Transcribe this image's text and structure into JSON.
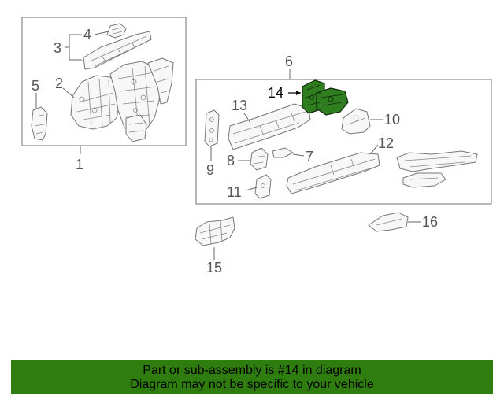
{
  "diagram": {
    "callouts": {
      "c1": "1",
      "c2": "2",
      "c3": "3",
      "c4": "4",
      "c5": "5",
      "c6": "6",
      "c7": "7",
      "c8": "8",
      "c9": "9",
      "c10": "10",
      "c11": "11",
      "c12": "12",
      "c13": "13",
      "c14": "14",
      "c15": "15",
      "c16": "16"
    },
    "highlighted_part": "14",
    "colors": {
      "highlight": "#2e7d1e",
      "banner": "#2f7d0f",
      "line": "#666666"
    }
  },
  "banner": {
    "line1": "Part or sub-assembly is #14 in diagram",
    "line2": "Diagram may not be specific to your vehicle"
  }
}
